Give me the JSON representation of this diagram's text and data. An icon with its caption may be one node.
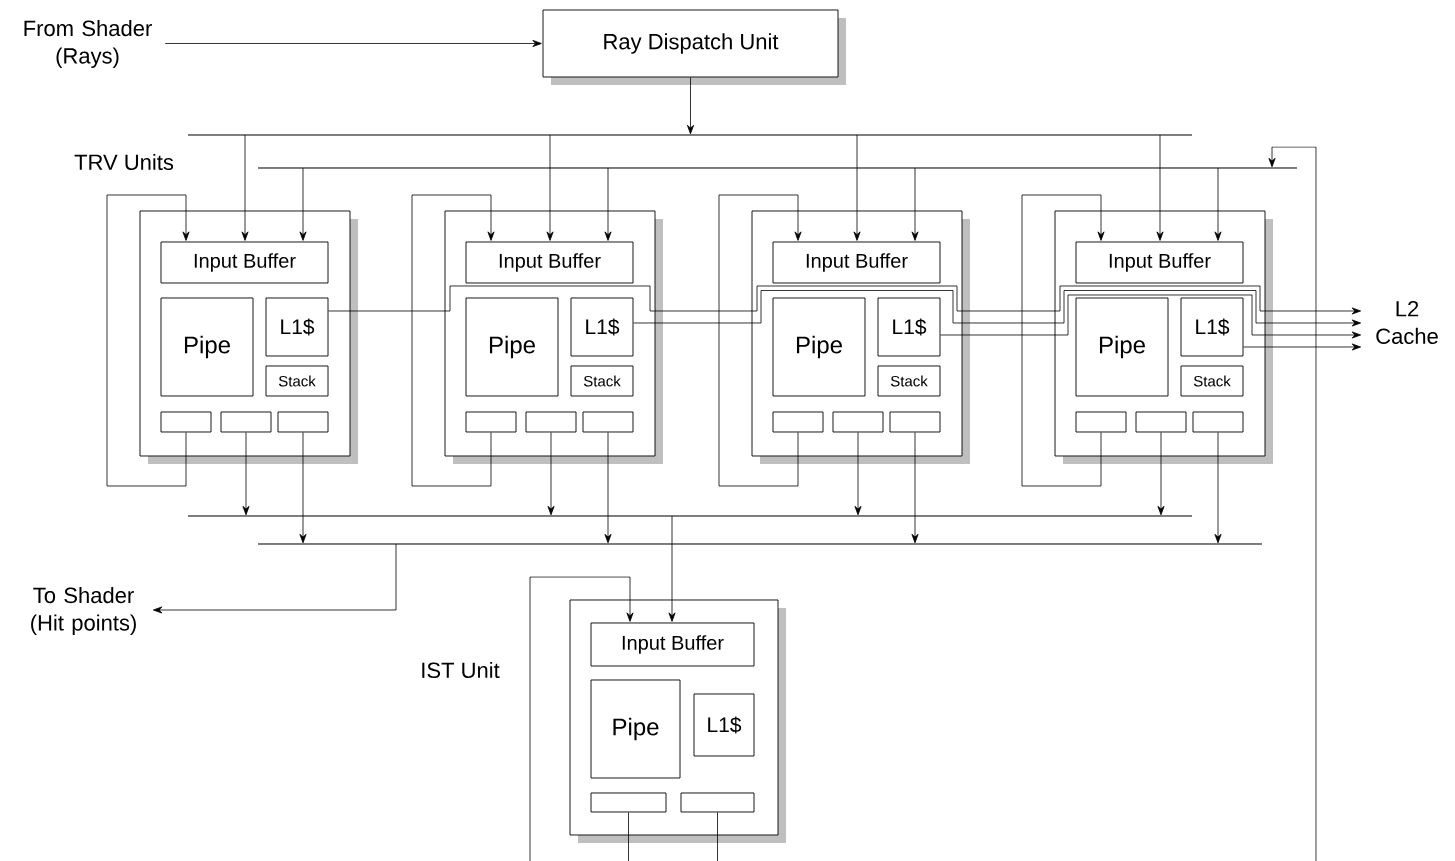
{
  "diagram": {
    "nodes": [
      {
        "text": [
          "From Shader (Rays)"
        ]
      },
      {
        "text": [
          "Ray Dispatch Unit"
        ]
      },
      {
        "text": [],
        "shape": "bar"
      },
      {
        "text": [],
        "shape": "bar"
      },
      {
        "text": [],
        "shape": "bar"
      },
      {
        "text": [],
        "shape": "bar"
      },
      {
        "text": [],
        "shape": "box"
      },
      {
        "text": [
          "Input Buffer"
        ],
        "in": 6
      },
      {
        "text": [
          "Pipe"
        ],
        "in": 6
      },
      {
        "text": [
          "L1$"
        ],
        "in": 6
      },
      {
        "text": [
          "Stack"
        ],
        "in": 6
      },
      {
        "text": [],
        "shape": "box",
        "in": 6
      },
      {
        "text": [],
        "shape": "box",
        "in": 6
      },
      {
        "text": [],
        "shape": "box",
        "in": 6
      },
      {
        "text": [],
        "shape": "box"
      },
      {
        "text": [
          "Input Buffer"
        ],
        "in": 14
      },
      {
        "text": [
          "Pipe"
        ],
        "in": 14
      },
      {
        "text": [
          "L1$"
        ],
        "in": 14
      },
      {
        "text": [
          "Stack"
        ],
        "in": 14
      },
      {
        "text": [],
        "shape": "box",
        "in": 14
      },
      {
        "text": [],
        "shape": "box",
        "in": 14
      },
      {
        "text": [],
        "shape": "box",
        "in": 14
      },
      {
        "text": [],
        "shape": "box"
      },
      {
        "text": [
          "Input Buffer"
        ],
        "in": 22
      },
      {
        "text": [
          "Pipe"
        ],
        "in": 22
      },
      {
        "text": [
          "L1$"
        ],
        "in": 22
      },
      {
        "text": [
          "Stack"
        ],
        "in": 22
      },
      {
        "text": [],
        "shape": "box",
        "in": 22
      },
      {
        "text": [],
        "shape": "box",
        "in": 22
      },
      {
        "text": [],
        "shape": "box",
        "in": 22
      },
      {
        "text": [],
        "shape": "box"
      },
      {
        "text": [
          "Input Buffer"
        ],
        "in": 30
      },
      {
        "text": [
          "Pipe"
        ],
        "in": 30
      },
      {
        "text": [
          "L1$"
        ],
        "in": 30
      },
      {
        "text": [
          "Stack"
        ],
        "in": 30
      },
      {
        "text": [],
        "shape": "box",
        "in": 30
      },
      {
        "text": [],
        "shape": "box",
        "in": 30
      },
      {
        "text": [],
        "shape": "box",
        "in": 30
      },
      {
        "text": [],
        "shape": "box"
      },
      {
        "text": [
          "Input Buffer"
        ],
        "in": 38
      },
      {
        "text": [
          "Pipe"
        ],
        "in": 38
      },
      {
        "text": [
          "L1$"
        ],
        "in": 38
      },
      {
        "text": [],
        "shape": "box",
        "in": 38
      },
      {
        "text": [],
        "shape": "box",
        "in": 38
      },
      {
        "text": [
          "To Shader (Hit points)"
        ]
      },
      {
        "text": [
          "L2 Cache"
        ]
      }
    ],
    "edges": [
      {
        "from": 0,
        "to": 1,
        "arrow": "to"
      },
      {
        "from": 1,
        "to": 2,
        "arrow": "to"
      },
      {
        "from": 2,
        "to": 7,
        "arrow": "to"
      },
      {
        "from": 3,
        "to": 7,
        "arrow": "to"
      },
      {
        "from": 11,
        "to": 7,
        "arrow": "to"
      },
      {
        "from": 12,
        "to": 4,
        "arrow": "to"
      },
      {
        "from": 13,
        "to": 5,
        "arrow": "to"
      },
      {
        "from": 9,
        "to": 45,
        "arrow": "to"
      },
      {
        "from": 2,
        "to": 15,
        "arrow": "to"
      },
      {
        "from": 3,
        "to": 15,
        "arrow": "to"
      },
      {
        "from": 19,
        "to": 15,
        "arrow": "to"
      },
      {
        "from": 20,
        "to": 4,
        "arrow": "to"
      },
      {
        "from": 21,
        "to": 5,
        "arrow": "to"
      },
      {
        "from": 17,
        "to": 45,
        "arrow": "to"
      },
      {
        "from": 2,
        "to": 23,
        "arrow": "to"
      },
      {
        "from": 3,
        "to": 23,
        "arrow": "to"
      },
      {
        "from": 27,
        "to": 23,
        "arrow": "to"
      },
      {
        "from": 28,
        "to": 4,
        "arrow": "to"
      },
      {
        "from": 29,
        "to": 5,
        "arrow": "to"
      },
      {
        "from": 25,
        "to": 45,
        "arrow": "to"
      },
      {
        "from": 2,
        "to": 31,
        "arrow": "to"
      },
      {
        "from": 3,
        "to": 31,
        "arrow": "to"
      },
      {
        "from": 35,
        "to": 31,
        "arrow": "to"
      },
      {
        "from": 36,
        "to": 4,
        "arrow": "to"
      },
      {
        "from": 37,
        "to": 5,
        "arrow": "to"
      },
      {
        "from": 33,
        "to": 45,
        "arrow": "to"
      },
      {
        "from": 4,
        "to": 39,
        "arrow": "to"
      },
      {
        "from": 42,
        "to": 39,
        "arrow": "to"
      },
      {
        "from": 43,
        "to": 3,
        "arrow": "to"
      },
      {
        "from": 5,
        "to": 44,
        "arrow": "to"
      }
    ],
    "labels": [
      "TRV Units",
      "IST Unit"
    ]
  }
}
